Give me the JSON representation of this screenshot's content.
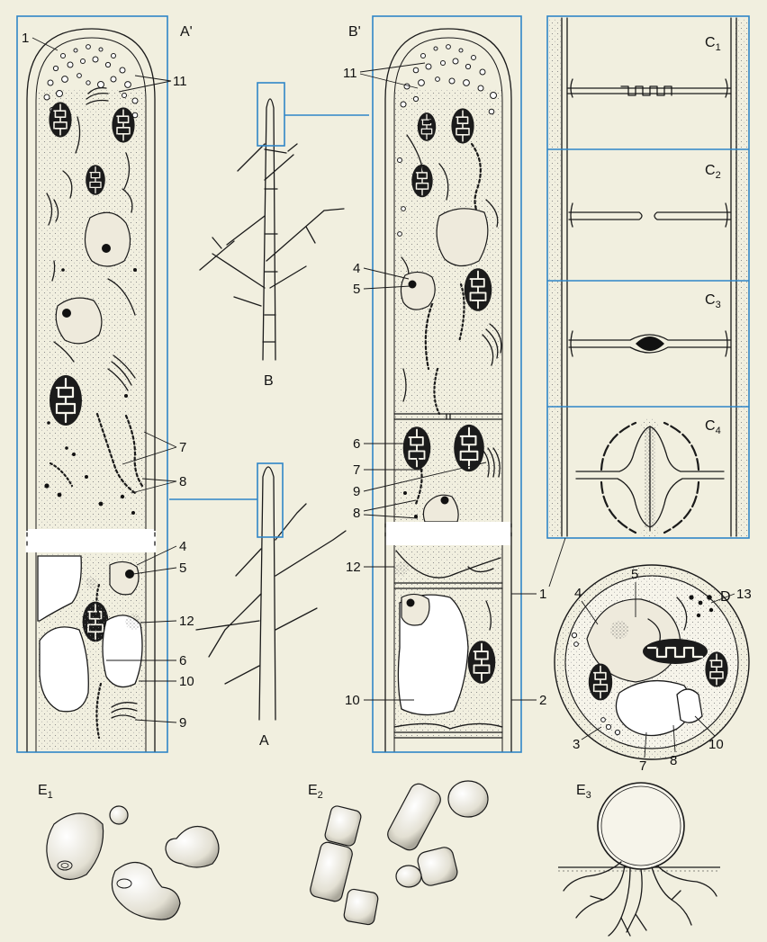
{
  "panels": {
    "a_prime": "A'",
    "b_prime": "B'",
    "a": "A",
    "b": "B",
    "c1": "C",
    "c1_sub": "1",
    "c2": "C",
    "c2_sub": "2",
    "c3": "C",
    "c3_sub": "3",
    "c4": "C",
    "c4_sub": "4",
    "d": "D",
    "e1": "E",
    "e1_sub": "1",
    "e2": "E",
    "e2_sub": "2",
    "e3": "E",
    "e3_sub": "3"
  },
  "labels": {
    "n1": "1",
    "n2": "2",
    "n3": "3",
    "n4": "4",
    "n5": "5",
    "n6": "6",
    "n7": "7",
    "n8": "8",
    "n9": "9",
    "n10": "10",
    "n11": "11",
    "n12": "12",
    "n13": "13"
  },
  "colors": {
    "frame": "#2f86c8",
    "ink": "#1a1a1a",
    "background": "#f1efdf"
  }
}
